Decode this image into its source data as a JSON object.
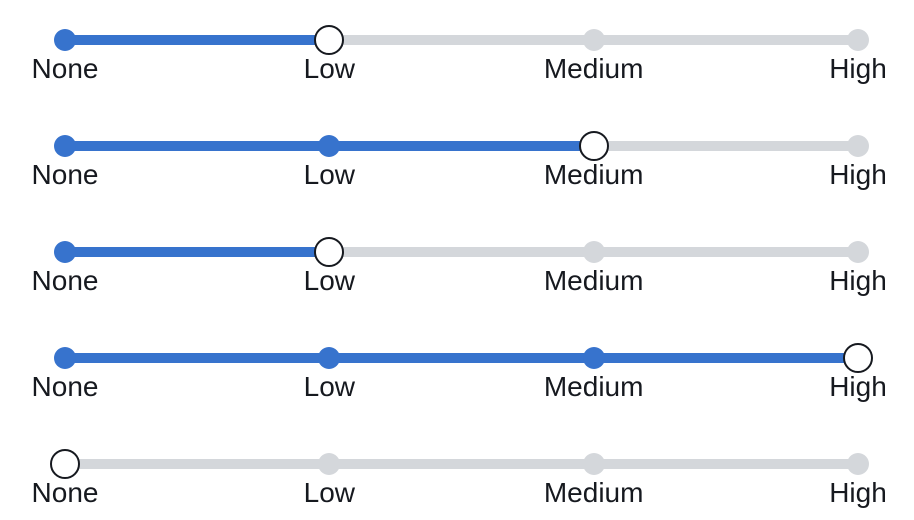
{
  "colors": {
    "accent_blue": "#3773CD",
    "track_gray": "#D4D7DB",
    "label_text": "#16191F",
    "handle_fill": "#FFFFFF",
    "handle_border": "#16191F"
  },
  "stops": [
    "None",
    "Low",
    "Medium",
    "High"
  ],
  "sliders": [
    {
      "id": "slider-1",
      "value": "Low",
      "value_index": 1
    },
    {
      "id": "slider-2",
      "value": "Medium",
      "value_index": 2
    },
    {
      "id": "slider-3",
      "value": "Low",
      "value_index": 1
    },
    {
      "id": "slider-4",
      "value": "High",
      "value_index": 3
    },
    {
      "id": "slider-5",
      "value": "None",
      "value_index": 0
    }
  ]
}
